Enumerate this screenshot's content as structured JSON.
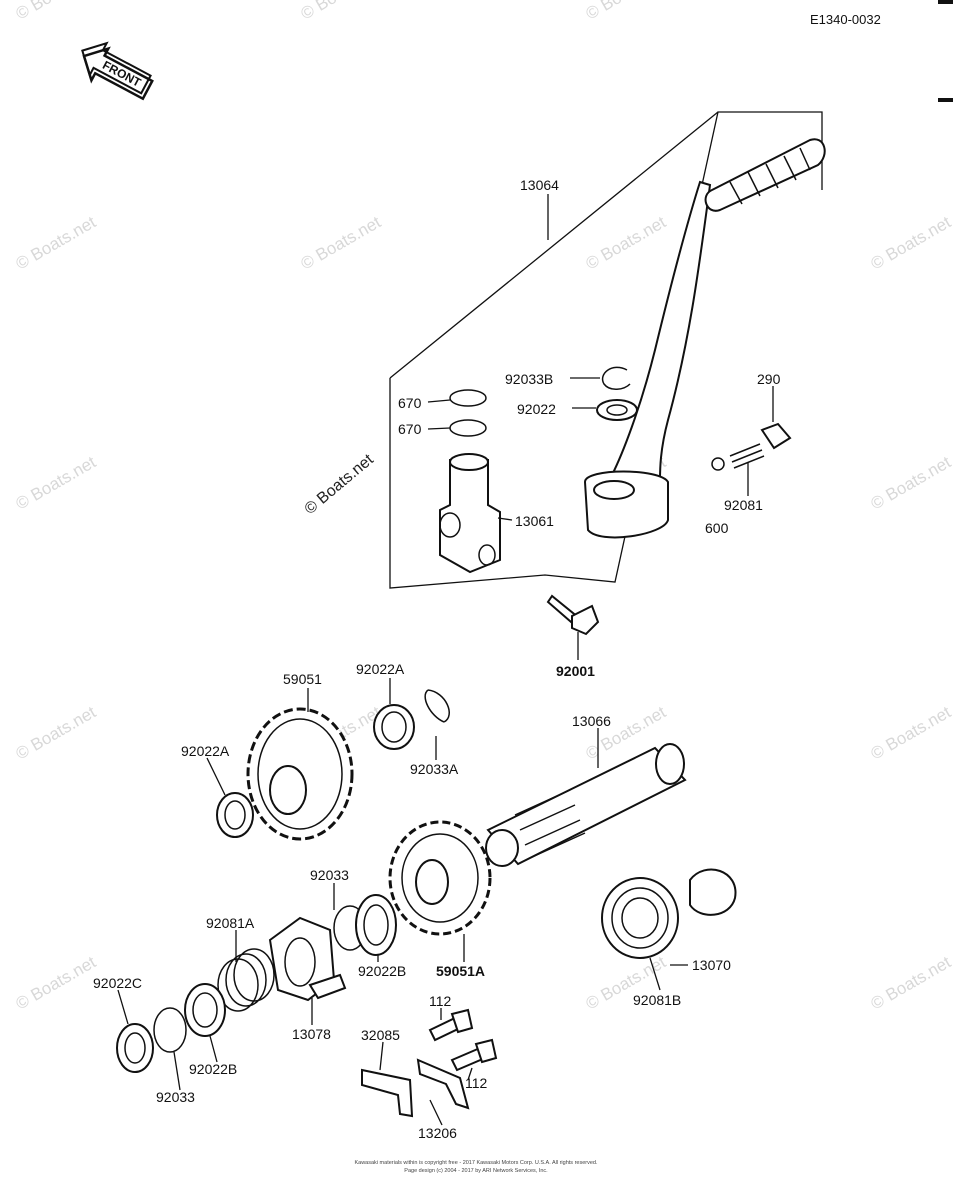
{
  "diagram_id": "E1340-0032",
  "front_label": "FRONT",
  "watermark": "© Boats.net",
  "footer": {
    "line1": "Kawasaki materials within is copyright free - 2017 Kawasaki Motors Corp. U.S.A. All rights reserved.",
    "line2": "Page design (c) 2004 - 2017 by ARI Network Services, Inc."
  },
  "callouts": [
    {
      "id": "c-13064",
      "text": "13064"
    },
    {
      "id": "c-92033B",
      "text": "92033B"
    },
    {
      "id": "c-92022-top",
      "text": "92022"
    },
    {
      "id": "c-290",
      "text": "290"
    },
    {
      "id": "c-670-a",
      "text": "670"
    },
    {
      "id": "c-670-b",
      "text": "670"
    },
    {
      "id": "c-13061",
      "text": "13061"
    },
    {
      "id": "c-92081-top",
      "text": "92081"
    },
    {
      "id": "c-600",
      "text": "600"
    },
    {
      "id": "c-92001",
      "text": "92001"
    },
    {
      "id": "c-59051",
      "text": "59051"
    },
    {
      "id": "c-92022A-top",
      "text": "92022A"
    },
    {
      "id": "c-92022A-left",
      "text": "92022A"
    },
    {
      "id": "c-92033A",
      "text": "92033A"
    },
    {
      "id": "c-13066",
      "text": "13066"
    },
    {
      "id": "c-92033-mid",
      "text": "92033"
    },
    {
      "id": "c-92081A",
      "text": "92081A"
    },
    {
      "id": "c-92022B-mid",
      "text": "92022B"
    },
    {
      "id": "c-59051A",
      "text": "59051A"
    },
    {
      "id": "c-13070",
      "text": "13070"
    },
    {
      "id": "c-92022C",
      "text": "92022C"
    },
    {
      "id": "c-13078",
      "text": "13078"
    },
    {
      "id": "c-92081B",
      "text": "92081B"
    },
    {
      "id": "c-112-a",
      "text": "112"
    },
    {
      "id": "c-32085",
      "text": "32085"
    },
    {
      "id": "c-112-b",
      "text": "112"
    },
    {
      "id": "c-92022B-low",
      "text": "92022B"
    },
    {
      "id": "c-92033-low",
      "text": "92033"
    },
    {
      "id": "c-13206",
      "text": "13206"
    }
  ]
}
